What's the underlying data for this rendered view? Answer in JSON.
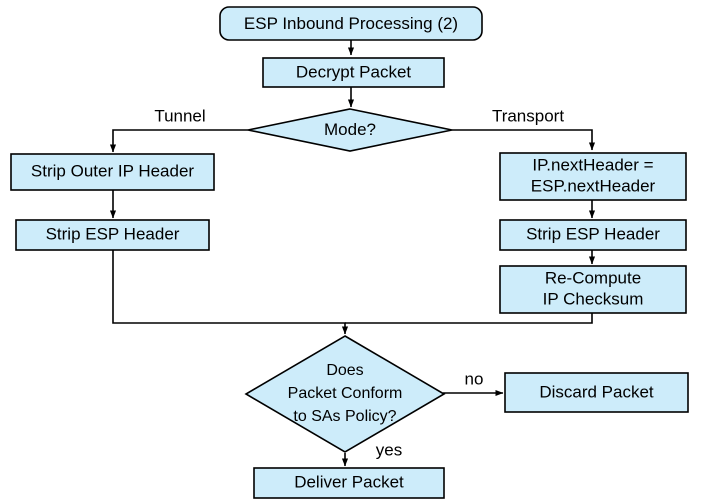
{
  "diagram": {
    "title": "ESP Inbound Processing (2)",
    "colors": {
      "node_fill": "#cdecfa",
      "node_stroke": "#000000",
      "background": "#ffffff",
      "text": "#000000"
    },
    "nodes": {
      "start": {
        "label": "ESP Inbound Processing (2)",
        "shape": "rounded-rectangle"
      },
      "decrypt": {
        "label": "Decrypt Packet",
        "shape": "rectangle"
      },
      "mode_decision": {
        "label": "Mode?",
        "shape": "diamond"
      },
      "strip_outer_ip": {
        "label": "Strip Outer IP Header",
        "shape": "rectangle"
      },
      "strip_esp_left": {
        "label": "Strip ESP Header",
        "shape": "rectangle"
      },
      "next_header": {
        "label_line1": "IP.nextHeader =",
        "label_line2": "ESP.nextHeader",
        "shape": "rectangle"
      },
      "strip_esp_right": {
        "label": "Strip ESP Header",
        "shape": "rectangle"
      },
      "recompute": {
        "label_line1": "Re-Compute",
        "label_line2": "IP Checksum",
        "shape": "rectangle"
      },
      "conform_decision": {
        "label_line1": "Does",
        "label_line2": "Packet Conform",
        "label_line3": "to SAs Policy?",
        "shape": "diamond"
      },
      "discard": {
        "label": "Discard Packet",
        "shape": "rectangle"
      },
      "deliver": {
        "label": "Deliver Packet",
        "shape": "rectangle"
      }
    },
    "edge_labels": {
      "tunnel": "Tunnel",
      "transport": "Transport",
      "no": "no",
      "yes": "yes"
    }
  }
}
